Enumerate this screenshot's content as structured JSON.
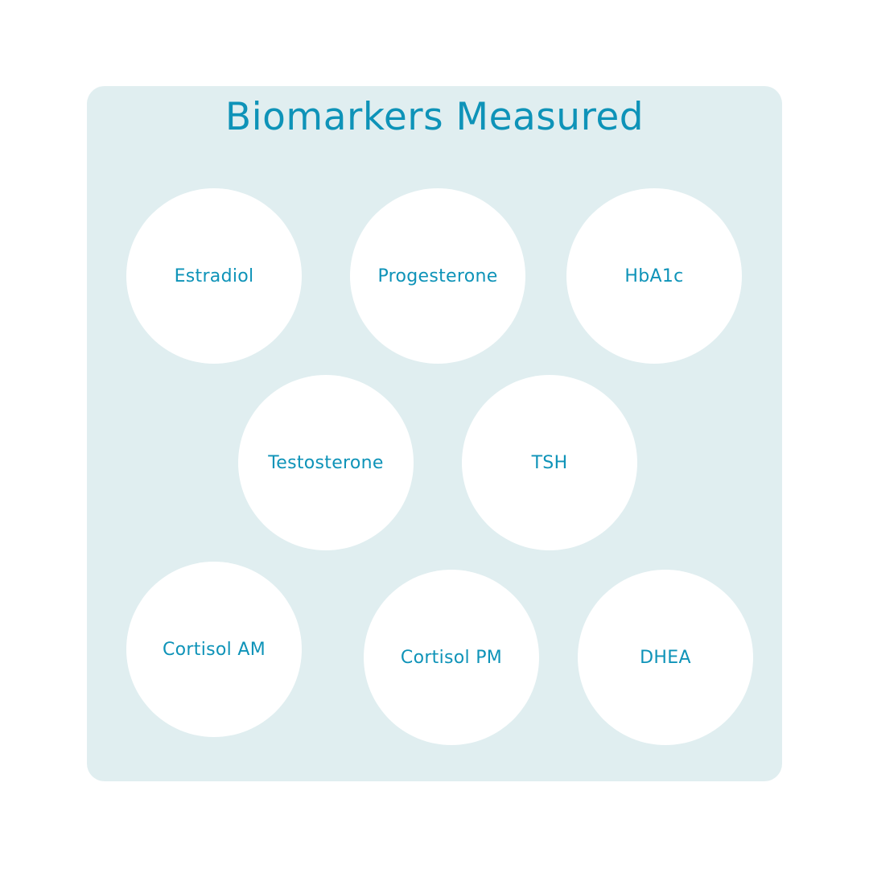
{
  "title": "Biomarkers Measured",
  "biomarkers": [
    "Estradiol",
    "Progesterone",
    "HbA1c",
    "Testosterone",
    "TSH",
    "Cortisol AM",
    "Cortisol PM",
    "DHEA"
  ],
  "colors": {
    "panel": "#e0eef0",
    "text": "#0e93b8",
    "circle": "#ffffff"
  }
}
